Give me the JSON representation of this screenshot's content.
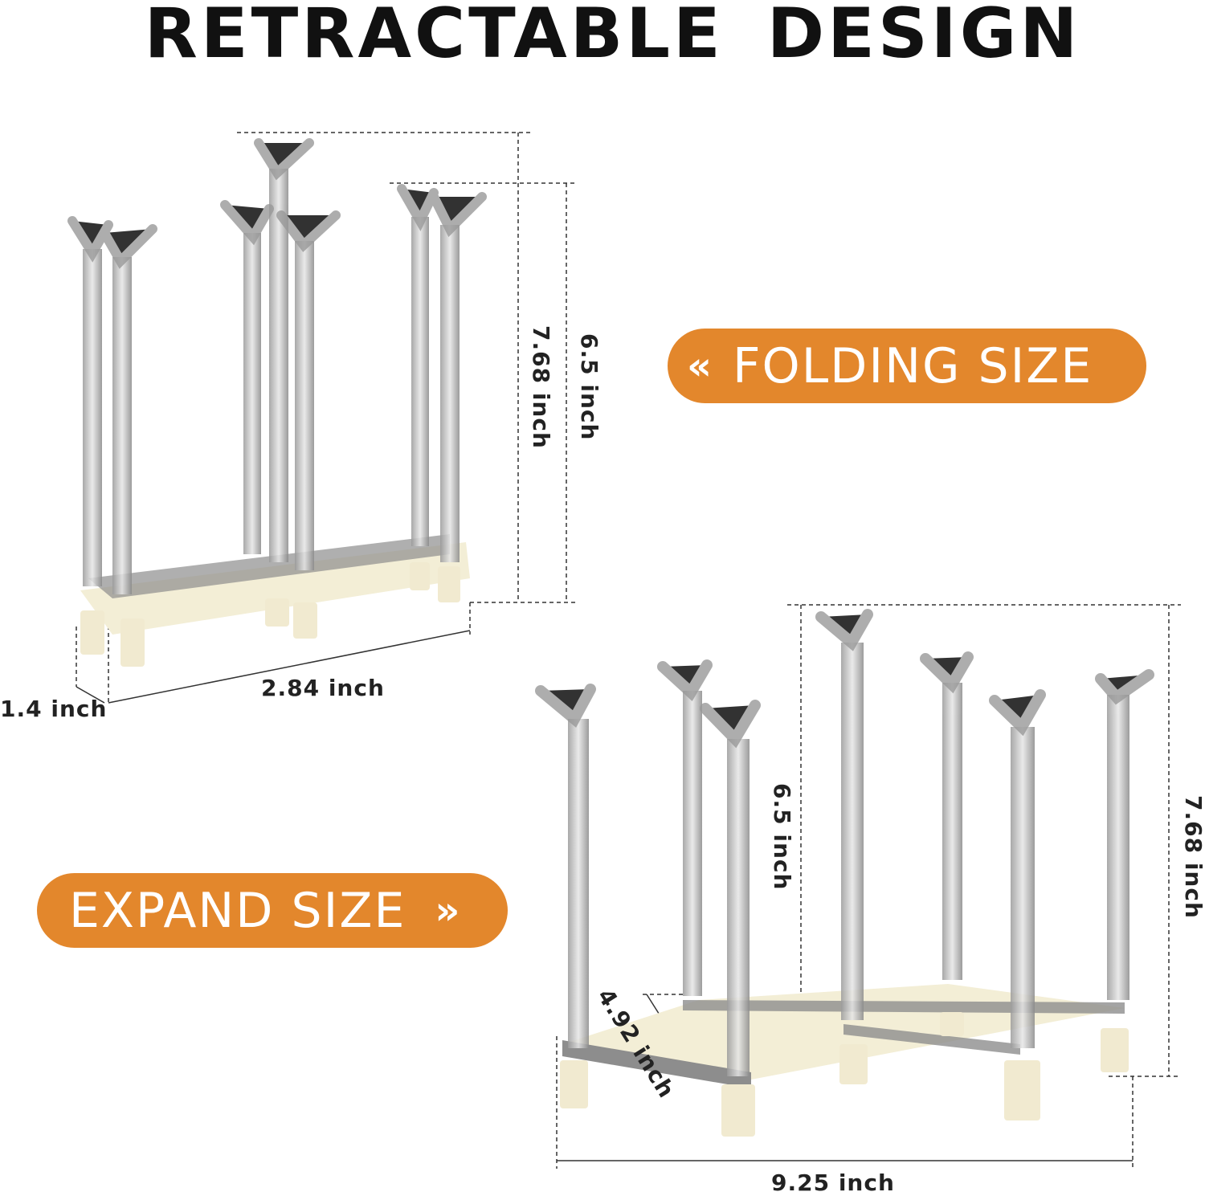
{
  "title": "RETRACTABLE DESIGN",
  "badges": {
    "folding": {
      "label": "FOLDING SIZE",
      "icon": "chevrons-left-icon",
      "glyph": "«"
    },
    "expand": {
      "label": "EXPAND SIZE",
      "icon": "chevrons-right-icon",
      "glyph": "»"
    },
    "color": "#e3872c"
  },
  "folded_dimensions": {
    "height_total": "7.68 inch",
    "height_inner": "6.5 inch",
    "length": "2.84 inch",
    "depth": "1.4 inch"
  },
  "expanded_dimensions": {
    "height_inner": "6.5 inch",
    "height_total": "7.68 inch",
    "depth": "4.92 inch",
    "length": "9.25 inch"
  }
}
